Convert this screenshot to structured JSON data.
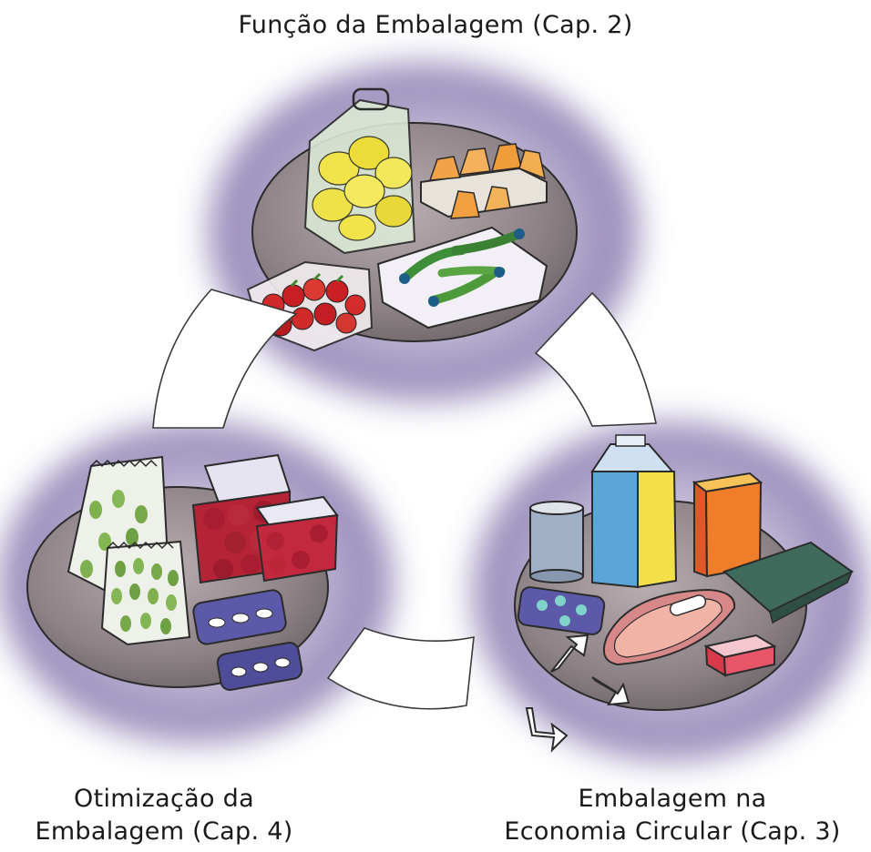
{
  "labels": {
    "top": "Função da Embalagem (Cap. 2)",
    "left_line1": "Otimização da",
    "left_line2": "Embalagem (Cap. 4)",
    "right_line1": "Embalagem na",
    "right_line2": "Economia Circular (Cap. 3)"
  },
  "colors": {
    "wash": "#8d7fb3",
    "tray": "#8e8487",
    "outline": "#2b2b2b"
  },
  "icons": [
    "circular-arrow-icon",
    "recycle-icon"
  ]
}
